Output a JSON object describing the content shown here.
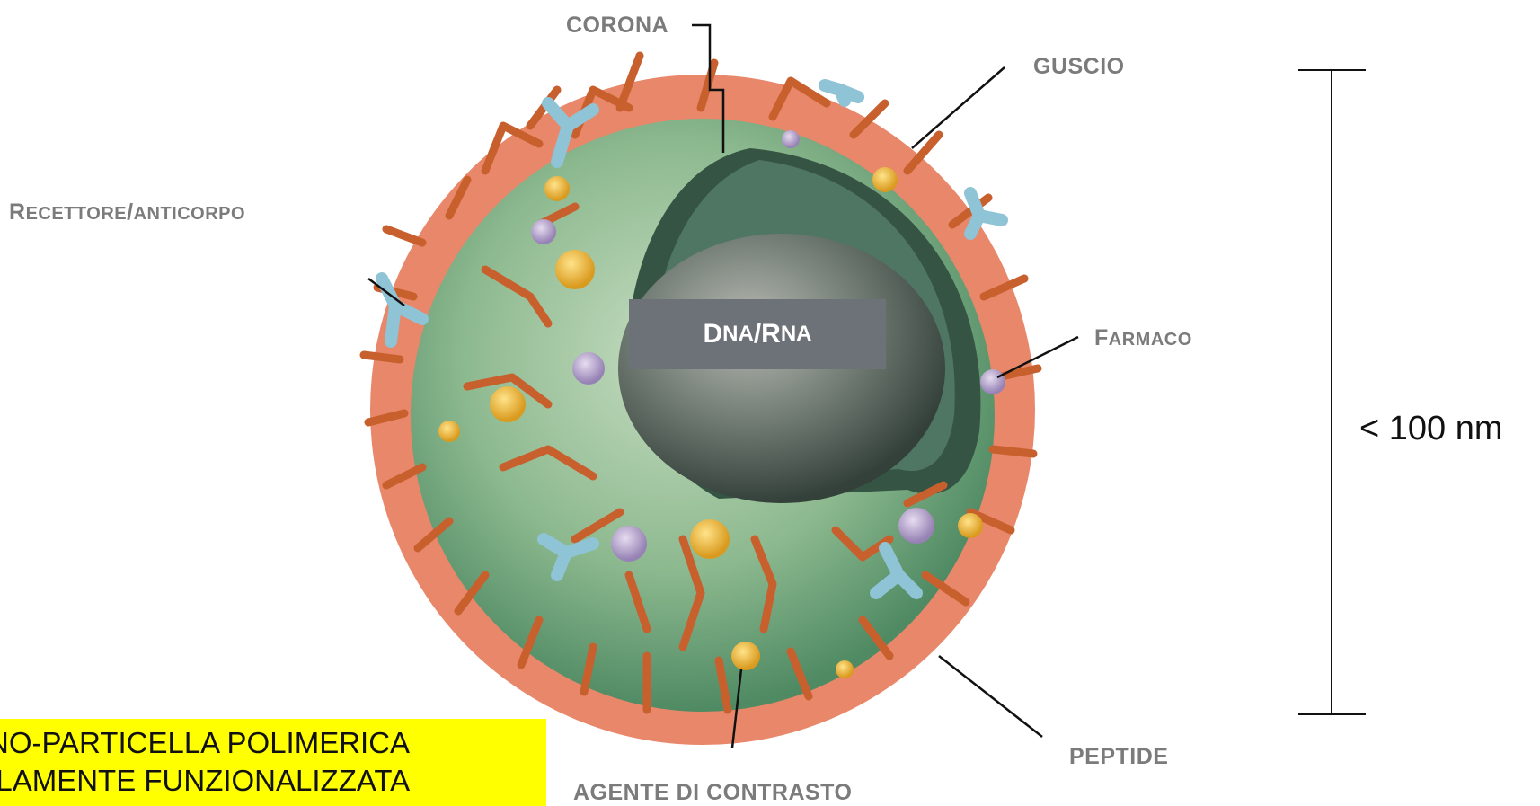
{
  "labels": {
    "corona": "CORONA",
    "guscio": "GUSCIO",
    "recettore_cap1": "R",
    "recettore_rest1": "ECETTORE",
    "recettore_sep": "/",
    "recettore_rest2": "ANTICORPO",
    "dna_cap1": "D",
    "dna_rest1": "NA",
    "dna_sep": "/",
    "dna_cap2": "R",
    "dna_rest2": "NA",
    "farmaco_cap": "F",
    "farmaco_rest": "ARMACO",
    "peptide": "PEPTIDE",
    "agente": "AGENTE DI CONTRASTO"
  },
  "scale": {
    "text": "< 100 nm"
  },
  "caption": {
    "line1": "NO-PARTICELLA POLIMERICA",
    "line2": "TIPLAMENTE FUNZIONALIZZATA"
  },
  "colors": {
    "corona_orange": "#e8876a",
    "linker_orange": "#c8602e",
    "matrix_green": "#8db98f",
    "core_dark": "#4a5c52",
    "antibody_blue": "#8fc3d6",
    "contrast_gold": "#e7b53a",
    "drug_purple": "#b19ac8",
    "label_grey": "#7b7b7b",
    "caption_yellow": "#ffff00"
  }
}
